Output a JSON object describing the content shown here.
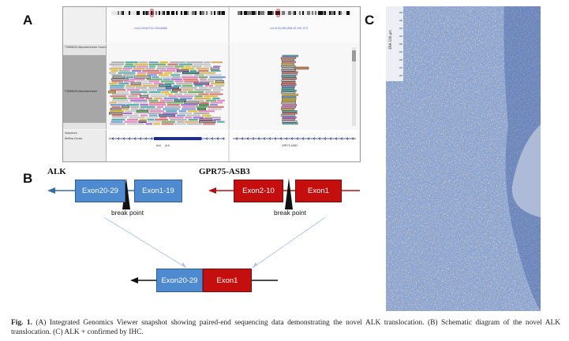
{
  "panels": {
    "a_letter": "A",
    "b_letter": "B",
    "c_letter": "C"
  },
  "igv": {
    "locus_left": "chr2:29446752-29446888",
    "locus_right": "chr15:61,989,866-61,991,973",
    "track_coverage": "T3SD6025-Abundant.bam Coverage",
    "track_reads": "T3SD6025-Abundant.bam",
    "track_sequence": "Sequence",
    "track_refseq": "RefSeq Genes",
    "gene_alk_1": "ALK",
    "gene_alk_2": "ALK",
    "gene_right": "GPR75-ASB3",
    "colors": {
      "background": "#f4f4f4",
      "gene_track": "#1f2d8a"
    }
  },
  "schematic": {
    "alk_label": "ALK",
    "gpr_label": "GPR75-ASB3",
    "alk_exon_left": "Exon20-29",
    "alk_exon_right": "Exon1-19",
    "gpr_exon_left": "Exon2-10",
    "gpr_exon_right": "Exon1",
    "breakpoint_left": "break point",
    "breakpoint_right": "break point",
    "fusion_left": "Exon20-29",
    "fusion_right": "Exon1",
    "colors": {
      "alk": "#4d8ad0",
      "gpr": "#c50f0f",
      "alk_arrow": "#2f6ea8",
      "gpr_arrow": "#b01010",
      "guide": "#a9c3e6"
    }
  },
  "ihc": {
    "scale_label": "ERA 100 µm",
    "colors": {
      "hematoxylin": "#3a5da8",
      "dab": "#8a6a4a"
    }
  },
  "caption": {
    "fig_label": "Fig. 1.",
    "text": " (A) Integrated Genomics Viewer snapshot showing paired-end sequencing data demonstrating the novel ALK translocation. (B) Schematic diagram of the novel ALK translocation. (C) ALK + confirmed by IHC."
  }
}
